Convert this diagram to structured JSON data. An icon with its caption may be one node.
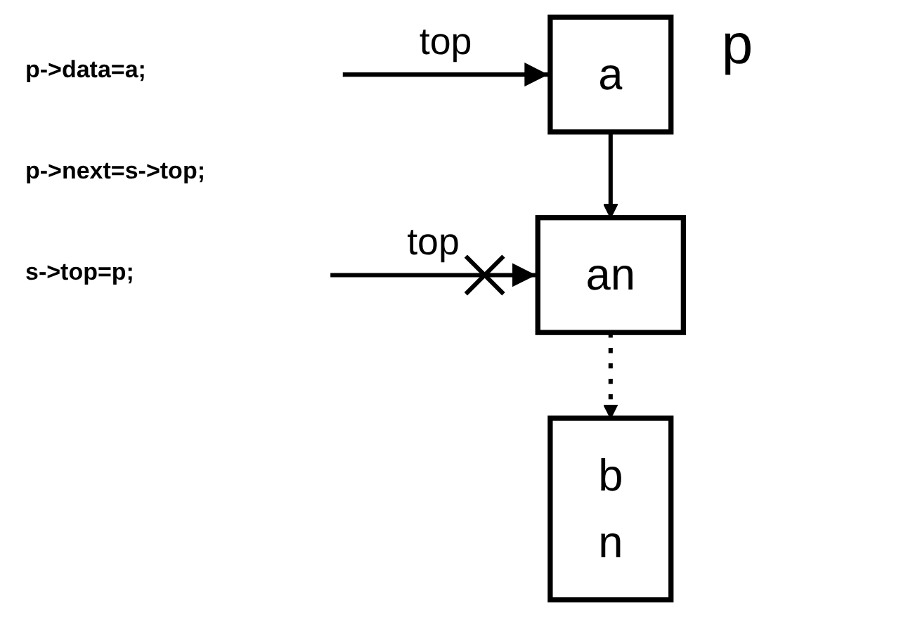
{
  "diagram": {
    "nodes": [
      {
        "text": [
          "a"
        ],
        "beside": [
          "p"
        ]
      },
      {
        "text": [
          "an"
        ]
      },
      {
        "text": [
          "b",
          "n"
        ]
      }
    ],
    "edges": [
      {
        "from": null,
        "to": 0,
        "arrow": "to",
        "label": "top"
      },
      {
        "from": 0,
        "to": 1,
        "arrow": "to"
      },
      {
        "from": null,
        "to": 1,
        "arrow": "to",
        "label": "top"
      },
      {
        "from": 1,
        "to": 2,
        "arrow": "to",
        "style": "dashed"
      }
    ],
    "labels": [
      "p->data=a;",
      "p->next=s->top;",
      "s->top=p;"
    ]
  }
}
